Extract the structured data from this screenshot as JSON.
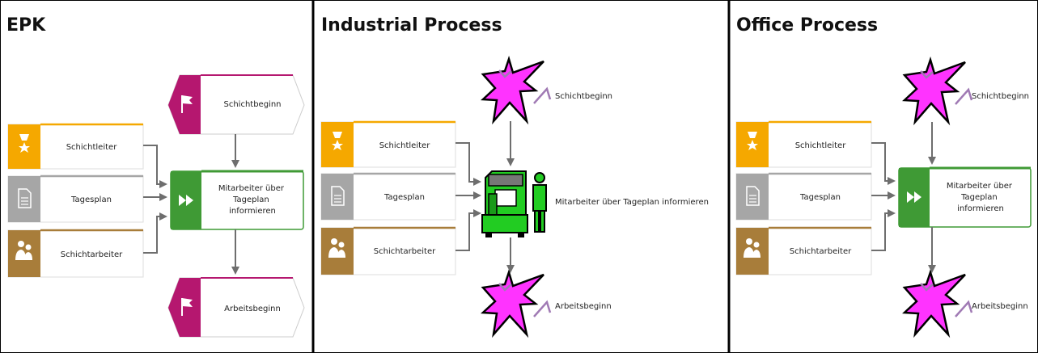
{
  "panels": {
    "epk": {
      "title": "EPK",
      "start_event": "Schichtbeginn",
      "end_event": "Arbeitsbeginn",
      "function": [
        "Mitarbeiter über",
        "Tageplan",
        "informieren"
      ],
      "inputs": [
        "Schichtleiter",
        "Tagesplan",
        "Schichtarbeiter"
      ]
    },
    "industrial": {
      "title": "Industrial Process",
      "start_event": "Schichtbeginn",
      "end_event": "Arbeitsbeginn",
      "function": "Mitarbeiter über Tageplan informieren",
      "inputs": [
        "Schichtleiter",
        "Tagesplan",
        "Schichtarbeiter"
      ]
    },
    "office": {
      "title": "Office Process",
      "start_event": "Schichtbeginn",
      "end_event": "Arbeitsbeginn",
      "function": [
        "Mitarbeiter über",
        "Tageplan",
        "informieren"
      ],
      "inputs": [
        "Schichtleiter",
        "Tagesplan",
        "Schichtarbeiter"
      ]
    }
  },
  "colors": {
    "orgunit": "#f5a800",
    "document": "#a6a6a6",
    "role": "#a87d3a",
    "event": "#b5176f",
    "function": "#3f9a35",
    "burst": "#ff33ff",
    "machine": "#22cc22",
    "connector": "#6e6e6e"
  },
  "icons": {
    "orgunit": "trophy-icon",
    "document": "document-icon",
    "role": "people-icon",
    "event": "flag-icon",
    "function": "fast-forward-icon",
    "burst": "starburst-icon",
    "machine": "machine-worker-icon"
  }
}
